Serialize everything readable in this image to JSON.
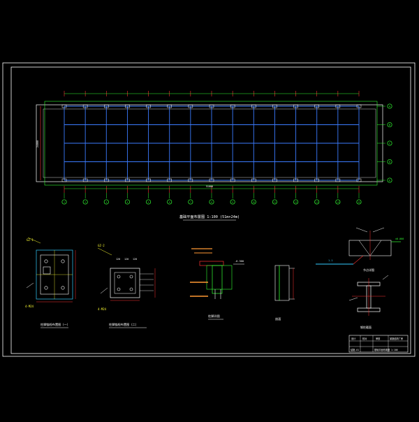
{
  "drawing": {
    "background": "#000000",
    "colors": {
      "frame": "#ffffff",
      "grid": "#3b7bff",
      "boundary": "#ffffff",
      "axis_line": "#33ff33",
      "axis_bubble": "#33ff33",
      "dimension": "#ff3333",
      "detail_yellow": "#ffff33",
      "detail_cyan": "#33ccff",
      "detail_green": "#33ff33",
      "detail_orange": "#ff9933",
      "detail_white": "#ffffff"
    },
    "plan": {
      "title": "基础平面布置图 1:100 (51m×24m)",
      "left_dim": "24000",
      "bottom_dim": "51000",
      "columns_count": 14,
      "rows_count": 5,
      "column_labels": [
        "1",
        "2",
        "3",
        "4",
        "5",
        "6",
        "7",
        "8",
        "9",
        "10",
        "11",
        "12",
        "13",
        "14",
        "15"
      ],
      "row_labels": [
        "A",
        "B",
        "C",
        "D",
        "E"
      ]
    },
    "details": {
      "d1_title": "柱脚锚栓布置图（一）",
      "d1_tag": "GZ-1",
      "d1_note": "4-M24",
      "d2_title": "柱脚锚栓布置图（二）",
      "d2_tag": "GZ-2",
      "d2_note": "4-M24",
      "d2_dims": [
        "120",
        "120",
        "120"
      ],
      "d3_title": "柱脚详图",
      "d3_note": "-0.300",
      "d4_title": "剖面",
      "d5_title": "节点详图",
      "d5_callout": "1-1",
      "d5_note": "±0.000",
      "d6_title": "钢柱截面"
    },
    "title_block": {
      "project": "某钢结构厂房",
      "drawing_name": "基础平面布置图",
      "cell_design": "设计",
      "cell_check": "校对",
      "cell_approve": "审核",
      "cell_no": "结施-01",
      "cell_scale": "1:100"
    }
  }
}
